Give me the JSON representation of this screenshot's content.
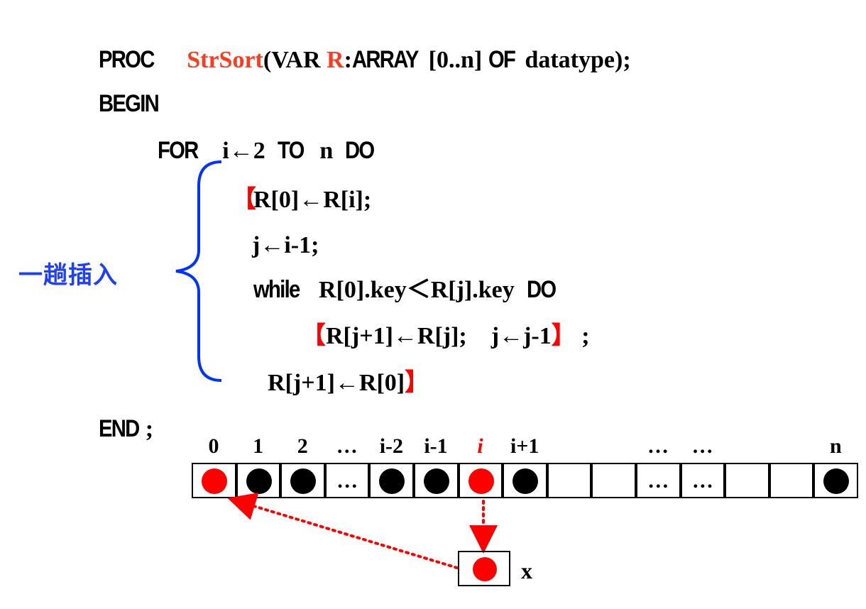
{
  "code": {
    "l1_proc": "PROC",
    "l1_name": "StrSort",
    "l1_open": "(VAR ",
    "l1_r": "R",
    "l1_colon": ":",
    "l1_array": "ARRAY",
    "l1_range": "[0..n] ",
    "l1_of": "OF",
    "l1_type": " datatype);",
    "l2_begin": "BEGIN",
    "l3_for": "FOR",
    "l3_i": "i←2",
    "l3_to": "TO",
    "l3_n": "n",
    "l3_do": "DO",
    "l4_bracket": "【",
    "l4_text": "R[0]←R[i];",
    "l5_text": "j←i-1;",
    "l6_while": "while",
    "l6_cond": "R[0].key＜R[j].key",
    "l6_do": "DO",
    "l7_open": "【",
    "l7_a": "R[j+1]←R[j];",
    "l7_b": "j←j-1",
    "l7_close": "】",
    "l7_semi": ";",
    "l8_text": "R[j+1]←R[0]",
    "l8_close": "】",
    "l9_end": "END",
    "l9_semi": ";"
  },
  "label": "一趟插入",
  "array": {
    "indices": [
      "0",
      "1",
      "2",
      "…",
      "i-2",
      "i-1",
      "i",
      "i+1",
      "",
      "",
      "… ",
      "… ",
      "",
      "",
      "n"
    ],
    "cells": [
      "red",
      "black",
      "black",
      "dots",
      "black",
      "black",
      "red",
      "black",
      "empty",
      "empty",
      "dots",
      "dots",
      "empty",
      "empty",
      "black"
    ],
    "dots_text": "…",
    "temp_label": "x"
  },
  "colors": {
    "red": "#ff0000",
    "orange": "#ff3b1f",
    "blue_brace": "#0033ff",
    "blue_label": "#1f3fff"
  }
}
